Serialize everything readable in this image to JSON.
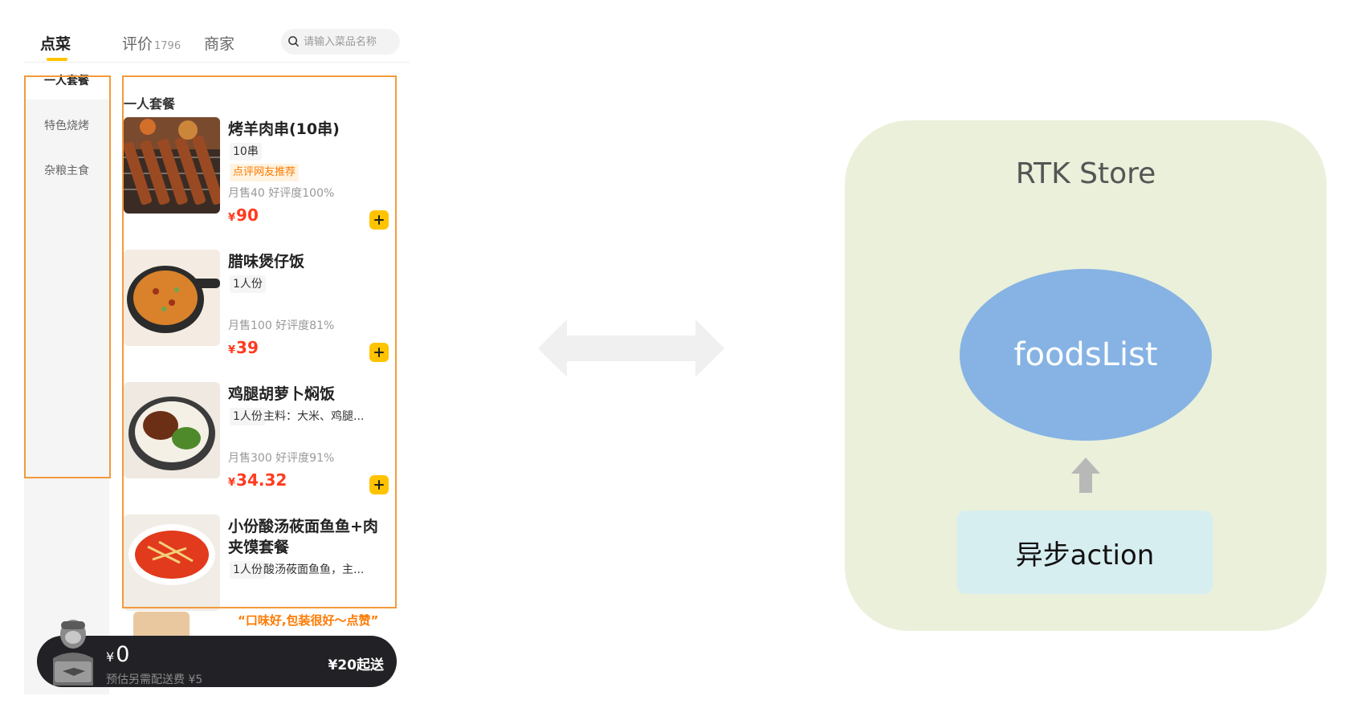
{
  "header": {
    "tabs": [
      {
        "label": "点菜",
        "active": true
      },
      {
        "label": "评价",
        "count": "1796"
      },
      {
        "label": "商家"
      }
    ],
    "search": {
      "placeholder": "请输入菜品名称",
      "icon": "search-icon"
    }
  },
  "sidebar": {
    "categories": [
      {
        "label": "一人套餐",
        "active": true
      },
      {
        "label": "特色烧烤"
      },
      {
        "label": "杂粮主食"
      }
    ]
  },
  "food_list": {
    "section_title": "一人套餐",
    "items": [
      {
        "name": "烤羊肉串(10串)",
        "spec": "10串",
        "tag": "点评网友推荐",
        "stats": "月售40  好评度100%",
        "currency": "¥",
        "price": "90"
      },
      {
        "name": "腊味煲仔饭",
        "spec": "1人份",
        "stats": "月售100  好评度81%",
        "currency": "¥",
        "price": "39"
      },
      {
        "name": "鸡腿胡萝卜焖饭",
        "spec": "1人份",
        "spec_extra": "主料：大米、鸡腿...",
        "stats": "月售300  好评度91%",
        "currency": "¥",
        "price": "34.32"
      },
      {
        "name": "小份酸汤莜面鱼鱼+肉夹馍套餐",
        "spec": "1人份",
        "spec_extra": "酸汤莜面鱼鱼，主..."
      }
    ],
    "quote": "“口味好,包装很好～点赞”"
  },
  "cart": {
    "currency": "¥",
    "total": "0",
    "delivery_note": "预估另需配送费 ¥5",
    "min_order": "¥20起送"
  },
  "diagram": {
    "store_title": "RTK Store",
    "state_label": "foodsList",
    "action_label": "异步action"
  },
  "colors": {
    "accent": "#ffc300",
    "price": "#ff3b1f",
    "highlight_border": "#f39a3a",
    "store_bg": "#eaf0da",
    "state_fill": "#86b3e4",
    "action_bg": "#d7eef1"
  }
}
